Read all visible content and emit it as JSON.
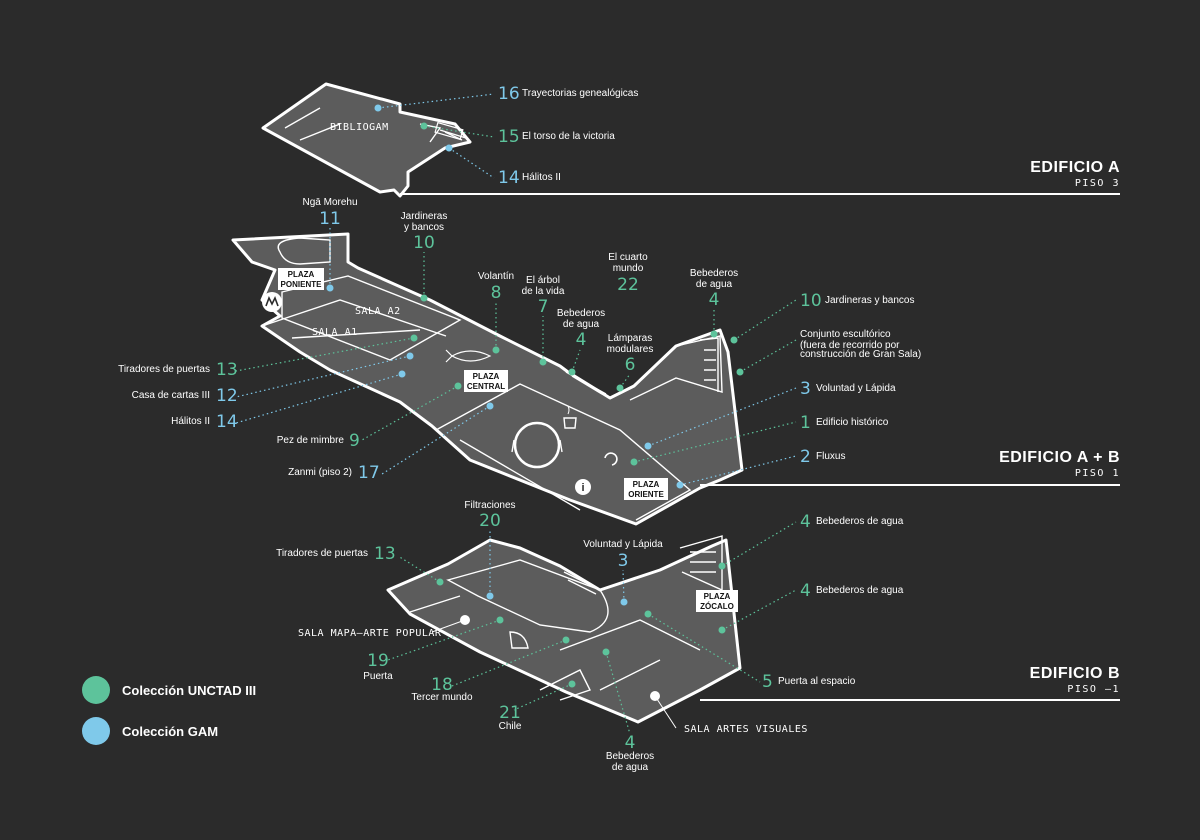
{
  "colors": {
    "background": "#2b2b2b",
    "unctad": "#5dc39b",
    "gam": "#7fc9ea",
    "floor": "#5c5c5c",
    "line": "#ffffff"
  },
  "buildings": [
    {
      "title": "EDIFICIO A",
      "floor": "PISO 3"
    },
    {
      "title": "EDIFICIO A + B",
      "floor": "PISO 1"
    },
    {
      "title": "EDIFICIO B",
      "floor": "PISO –1"
    }
  ],
  "rooms": {
    "bibliogam": "BIBLIOGAM",
    "sala_a2": "SALA A2",
    "sala_a1": "SALA A1",
    "sala_mapa": "SALA MAPA–ARTE POPULAR",
    "sala_artes": "SALA ARTES VISUALES"
  },
  "plazas": {
    "poniente_1": "PLAZA",
    "poniente_2": "PONIENTE",
    "central_1": "PLAZA",
    "central_2": "CENTRAL",
    "oriente_1": "PLAZA",
    "oriente_2": "ORIENTE",
    "zocalo_1": "PLAZA",
    "zocalo_2": "ZÓCALO"
  },
  "icons": [
    "metro-icon",
    "cafe-icon",
    "info-icon",
    "restroom-icon"
  ],
  "info_glyph": "i",
  "labels": {
    "l16": {
      "num": "16",
      "text": "Trayectorias genealógicas",
      "collection": "gam"
    },
    "l15": {
      "num": "15",
      "text": "El torso de la victoria",
      "collection": "unctad"
    },
    "l14a": {
      "num": "14",
      "text": "Hálitos II",
      "collection": "gam"
    },
    "l11": {
      "num": "11",
      "text": "Ngā Morehu",
      "collection": "gam"
    },
    "l10a": {
      "num": "10",
      "text1": "Jardineras",
      "text2": "y bancos",
      "collection": "unctad"
    },
    "l8": {
      "num": "8",
      "text": "Volantín",
      "collection": "unctad"
    },
    "l7": {
      "num": "7",
      "text1": "El árbol",
      "text2": "de la vida",
      "collection": "unctad"
    },
    "l22": {
      "num": "22",
      "text1": "El cuarto",
      "text2": "mundo",
      "collection": "unctad"
    },
    "l4a": {
      "num": "4",
      "text1": "Bebederos",
      "text2": "de agua",
      "collection": "unctad"
    },
    "l4b": {
      "num": "4",
      "text1": "Bebederos",
      "text2": "de agua",
      "collection": "unctad"
    },
    "l6": {
      "num": "6",
      "text1": "Lámparas",
      "text2": "modulares",
      "collection": "unctad"
    },
    "l10b": {
      "num": "10",
      "text": "Jardineras y bancos",
      "collection": "unctad"
    },
    "lconj": {
      "text": "Conjunto escultórico",
      "note1": "(fuera de recorrido por",
      "note2": "construcción de Gran Sala)",
      "collection": "unctad"
    },
    "l3a": {
      "num": "3",
      "text": "Voluntad y Lápida",
      "collection": "gam"
    },
    "l1": {
      "num": "1",
      "text": "Edificio histórico",
      "collection": "unctad"
    },
    "l2": {
      "num": "2",
      "text": "Fluxus",
      "collection": "gam"
    },
    "l13a": {
      "num": "13",
      "text": "Tiradores de puertas",
      "collection": "unctad"
    },
    "l12": {
      "num": "12",
      "text": "Casa de cartas III",
      "collection": "gam"
    },
    "l14b": {
      "num": "14",
      "text": "Hálitos II",
      "collection": "gam"
    },
    "l9": {
      "num": "9",
      "text": "Pez de mimbre",
      "collection": "unctad"
    },
    "l17": {
      "num": "17",
      "text": "Zanmi (piso 2)",
      "collection": "gam"
    },
    "l20": {
      "num": "20",
      "text": "Filtraciones",
      "collection": "unctad"
    },
    "l13b": {
      "num": "13",
      "text": "Tiradores de puertas",
      "collection": "unctad"
    },
    "l3b": {
      "num": "3",
      "text": "Voluntad y Lápida",
      "collection": "gam"
    },
    "l4c": {
      "num": "4",
      "text": "Bebederos de agua",
      "collection": "unctad"
    },
    "l4d": {
      "num": "4",
      "text": "Bebederos de agua",
      "collection": "unctad"
    },
    "l5": {
      "num": "5",
      "text": "Puerta al espacio",
      "collection": "unctad"
    },
    "l19": {
      "num": "19",
      "text": "Puerta",
      "collection": "unctad"
    },
    "l18": {
      "num": "18",
      "text": "Tercer mundo",
      "collection": "unctad"
    },
    "l21": {
      "num": "21",
      "text": "Chile",
      "collection": "unctad"
    },
    "l4e": {
      "num": "4",
      "text1": "Bebederos",
      "text2": "de agua",
      "collection": "unctad"
    }
  },
  "legend": [
    {
      "label": "Colección UNCTAD III",
      "collection": "unctad"
    },
    {
      "label": "Colección GAM",
      "collection": "gam"
    }
  ]
}
